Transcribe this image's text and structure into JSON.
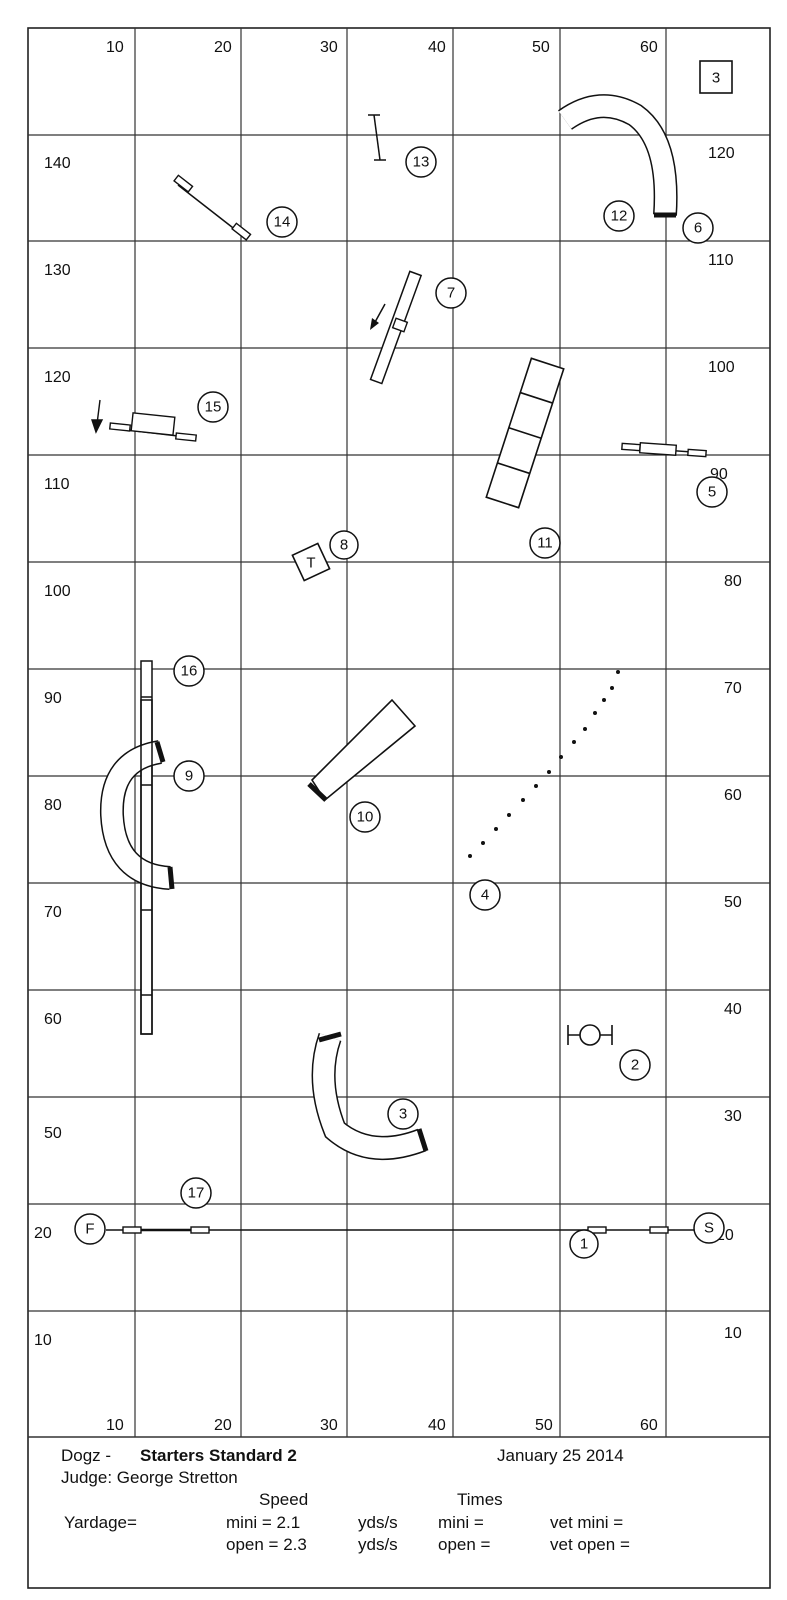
{
  "grid": {
    "top_row_labels": [
      "10",
      "20",
      "30",
      "40",
      "50",
      "60"
    ],
    "bottom_row_labels": [
      "10",
      "20",
      "30",
      "40",
      "50",
      "60"
    ],
    "left_labels": [
      "140",
      "130",
      "120",
      "110",
      "100",
      "90",
      "80",
      "70",
      "60",
      "50",
      "20",
      "10"
    ],
    "right_labels": [
      "120",
      "110",
      "100",
      "90",
      "80",
      "70",
      "60",
      "50",
      "40",
      "30",
      "20",
      "10"
    ]
  },
  "course_box_number": "3",
  "markers": {
    "n1": "1",
    "n2": "2",
    "n3": "3",
    "n4": "4",
    "n5": "5",
    "n6": "6",
    "n7": "7",
    "n8": "8",
    "n9": "9",
    "n10": "10",
    "n11": "11",
    "n12": "12",
    "n13": "13",
    "n14": "14",
    "n15": "15",
    "n16": "16",
    "n17": "17",
    "start": "S",
    "finish": "F",
    "table": "T"
  },
  "footer": {
    "club": "Dogz -",
    "class_name": "Starters Standard 2",
    "date": "January 25 2014",
    "judge": "Judge: George Stretton",
    "speed_header": "Speed",
    "times_header": "Times",
    "yardage": "Yardage=",
    "mini_speed": "mini  = 2.1",
    "open_speed": "open = 2.3",
    "yds_1": "yds/s",
    "yds_2": "yds/s",
    "mini_time": "mini  =",
    "open_time": "open =",
    "vet_mini": "vet mini =",
    "vet_open": "vet open ="
  }
}
